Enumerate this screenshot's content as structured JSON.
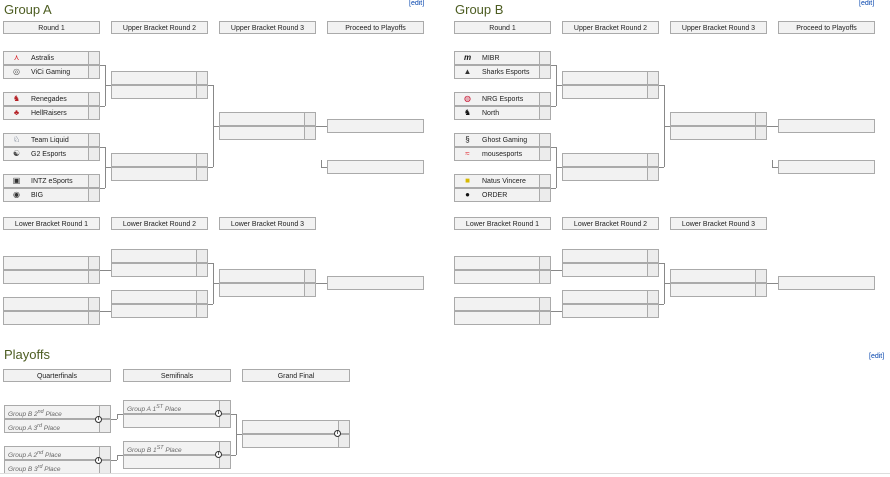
{
  "groups": {
    "a": {
      "title": "Group A",
      "edit": "[edit]",
      "upper_headers": [
        "Round 1",
        "Upper Bracket Round 2",
        "Upper Bracket Round 3",
        "Proceed to Playoffs"
      ],
      "lower_headers": [
        "Lower Bracket Round 1",
        "Lower Bracket Round 2",
        "Lower Bracket Round 3"
      ],
      "teams": [
        {
          "name": "Astralis",
          "icon": "astralis-logo-icon",
          "glyph": "⋏",
          "color": "#d9262c"
        },
        {
          "name": "ViCi Gaming",
          "icon": "vici-gaming-logo-icon",
          "glyph": "◎",
          "color": "#555555"
        },
        {
          "name": "Renegades",
          "icon": "renegades-logo-icon",
          "glyph": "♞",
          "color": "#b41f24"
        },
        {
          "name": "HellRaisers",
          "icon": "hellraisers-logo-icon",
          "glyph": "♣",
          "color": "#b41f24"
        },
        {
          "name": "Team Liquid",
          "icon": "team-liquid-logo-icon",
          "glyph": "♘",
          "color": "#1b2c4a"
        },
        {
          "name": "G2 Esports",
          "icon": "g2-esports-logo-icon",
          "glyph": "☯",
          "color": "#444444"
        },
        {
          "name": "INTZ eSports",
          "icon": "intz-esports-logo-icon",
          "glyph": "▣",
          "color": "#333333"
        },
        {
          "name": "BIG",
          "icon": "big-logo-icon",
          "glyph": "◉",
          "color": "#333333"
        }
      ]
    },
    "b": {
      "title": "Group B",
      "edit": "[edit]",
      "upper_headers": [
        "Round 1",
        "Upper Bracket Round 2",
        "Upper Bracket Round 3",
        "Proceed to Playoffs"
      ],
      "lower_headers": [
        "Lower Bracket Round 1",
        "Lower Bracket Round 2",
        "Lower Bracket Round 3"
      ],
      "teams": [
        {
          "name": "MIBR",
          "icon": "mibr-logo-icon",
          "glyph": "m",
          "color": "#111111"
        },
        {
          "name": "Sharks Esports",
          "icon": "sharks-esports-logo-icon",
          "glyph": "▲",
          "color": "#333333"
        },
        {
          "name": "NRG Esports",
          "icon": "nrg-esports-logo-icon",
          "glyph": "◍",
          "color": "#c8102e"
        },
        {
          "name": "North",
          "icon": "north-logo-icon",
          "glyph": "♞",
          "color": "#111111"
        },
        {
          "name": "Ghost Gaming",
          "icon": "ghost-gaming-logo-icon",
          "glyph": "§",
          "color": "#111111"
        },
        {
          "name": "mousesports",
          "icon": "mousesports-logo-icon",
          "glyph": "≈",
          "color": "#e0242b"
        },
        {
          "name": "Natus Vincere",
          "icon": "natus-vincere-logo-icon",
          "glyph": "■",
          "color": "#d8b900"
        },
        {
          "name": "ORDER",
          "icon": "order-logo-icon",
          "glyph": "●",
          "color": "#111111"
        }
      ]
    }
  },
  "playoffs": {
    "title": "Playoffs",
    "edit": "[edit]",
    "headers": [
      "Quarterfinals",
      "Semifinals",
      "Grand Final"
    ],
    "qf_slots": [
      {
        "pre": "Group B 2",
        "sup": "nd",
        "post": " Place"
      },
      {
        "pre": "Group A 3",
        "sup": "rd",
        "post": " Place"
      },
      {
        "pre": "Group A 2",
        "sup": "nd",
        "post": " Place"
      },
      {
        "pre": "Group B 3",
        "sup": "rd",
        "post": " Place"
      }
    ],
    "sf_slots": [
      {
        "pre": "Group A 1",
        "sup": "ST",
        "post": " Place"
      },
      {
        "pre": "Group B 1",
        "sup": "ST",
        "post": " Place"
      }
    ],
    "info_glyph": "i"
  }
}
